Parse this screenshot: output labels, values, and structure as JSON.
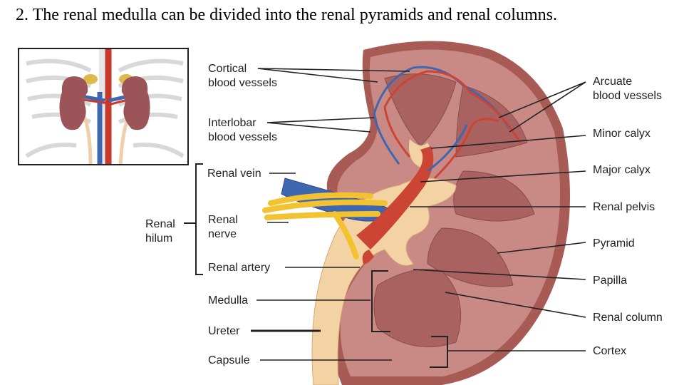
{
  "slide": {
    "title": "2. The renal medulla can be divided into the renal pyramids and renal columns."
  },
  "labels": {
    "cortical": [
      "Cortical",
      "blood vessels"
    ],
    "interlobar": [
      "Interlobar",
      "blood vessels"
    ],
    "renal_vein": "Renal vein",
    "renal_hilum": [
      "Renal",
      "hilum"
    ],
    "renal_nerve": [
      "Renal",
      "nerve"
    ],
    "renal_artery": "Renal artery",
    "medulla": "Medulla",
    "ureter": "Ureter",
    "capsule": "Capsule",
    "arcuate": [
      "Arcuate",
      "blood vessels"
    ],
    "minor_calyx": "Minor calyx",
    "major_calyx": "Major calyx",
    "renal_pelvis": "Renal pelvis",
    "pyramid": "Pyramid",
    "papilla": "Papilla",
    "renal_column": "Renal column",
    "cortex": "Cortex"
  },
  "colors": {
    "capsule": "#a85a55",
    "cortex": "#c98a86",
    "pyramid": "#a9625f",
    "pelvis": "#f3d3a3",
    "vein": "#3f66b0",
    "artery": "#cc4433",
    "nerve": "#f2c230",
    "ureter": "#f1ceaa"
  }
}
